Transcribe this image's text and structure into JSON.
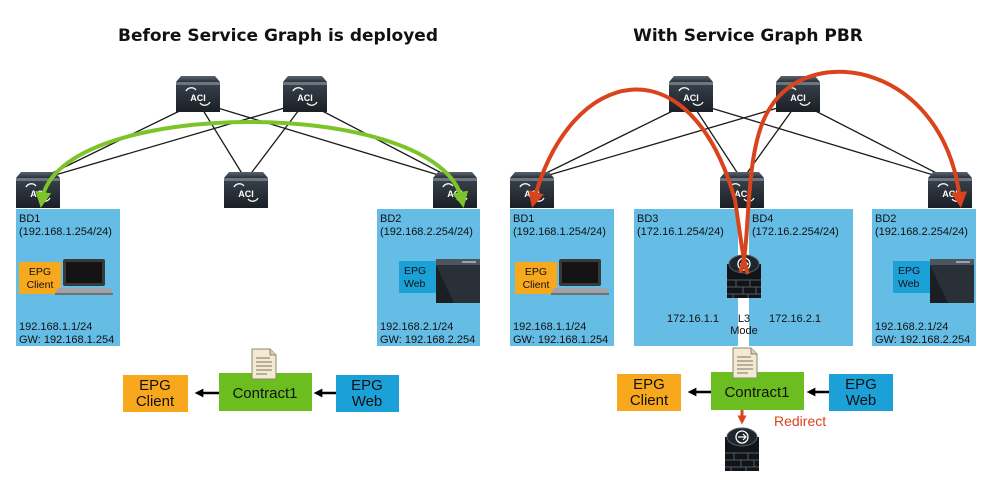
{
  "left": {
    "title": "Before Service Graph is deployed",
    "bd1": {
      "name": "BD1",
      "subnet": "(192.168.1.254/24)",
      "ip": "192.168.1.1/24",
      "gw": "GW: 192.168.1.254",
      "epg_line1": "EPG",
      "epg_line2": "Client"
    },
    "bd2": {
      "name": "BD2",
      "subnet": "(192.168.2.254/24)",
      "ip": "192.168.2.1/24",
      "gw": "GW: 192.168.2.254",
      "epg_line1": "EPG",
      "epg_line2": "Web"
    },
    "contract": {
      "consumer_line1": "EPG",
      "consumer_line2": "Client",
      "name": "Contract1",
      "provider_line1": "EPG",
      "provider_line2": "Web"
    }
  },
  "right": {
    "title": "With Service Graph PBR",
    "bd1": {
      "name": "BD1",
      "subnet": "(192.168.1.254/24)",
      "ip": "192.168.1.1/24",
      "gw": "GW: 192.168.1.254",
      "epg_line1": "EPG",
      "epg_line2": "Client"
    },
    "bd3": {
      "name": "BD3",
      "subnet": "(172.16.1.254/24)",
      "ip": "172.16.1.1"
    },
    "bd4": {
      "name": "BD4",
      "subnet": "(172.16.2.254/24)",
      "ip": "172.16.2.1"
    },
    "firewall_mode_line1": "L3",
    "firewall_mode_line2": "Mode",
    "bd2": {
      "name": "BD2",
      "subnet": "(192.168.2.254/24)",
      "ip": "192.168.2.1/24",
      "gw": "GW: 192.168.2.254",
      "epg_line1": "EPG",
      "epg_line2": "Web"
    },
    "contract": {
      "consumer_line1": "EPG",
      "consumer_line2": "Client",
      "name": "Contract1",
      "provider_line1": "EPG",
      "provider_line2": "Web",
      "redirect_label": "Redirect"
    }
  },
  "switch_label": "ACI",
  "colors": {
    "bd_blue": "#65bde6",
    "epg_orange": "#f8a81d",
    "epg_blue": "#1ba1d8",
    "contract_green": "#6cbd1f",
    "flow_green": "#7dc42a",
    "flow_red": "#d9441c"
  }
}
